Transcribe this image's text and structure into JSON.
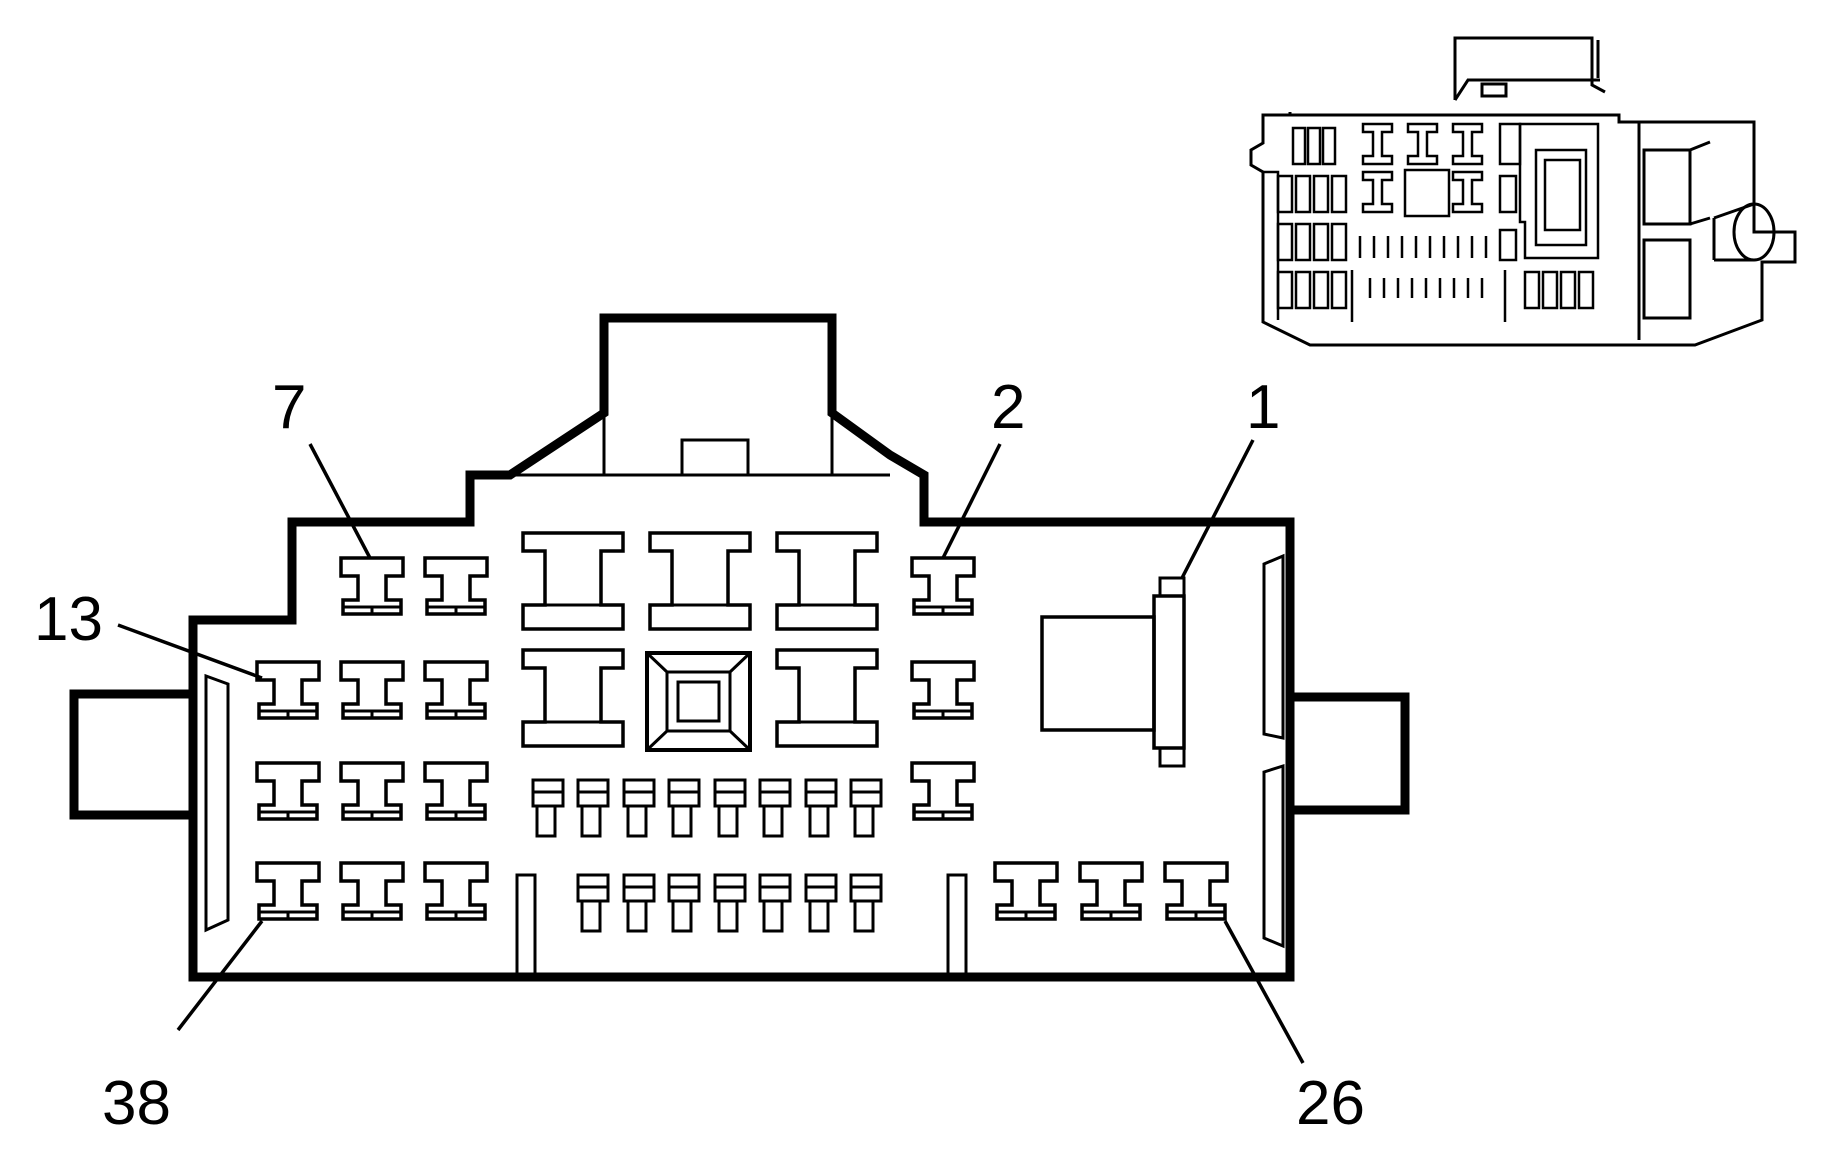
{
  "diagram": {
    "callouts": [
      "7",
      "2",
      "1",
      "13",
      "38",
      "26"
    ]
  },
  "colors": {
    "line": "#000000",
    "background": "#ffffff"
  }
}
